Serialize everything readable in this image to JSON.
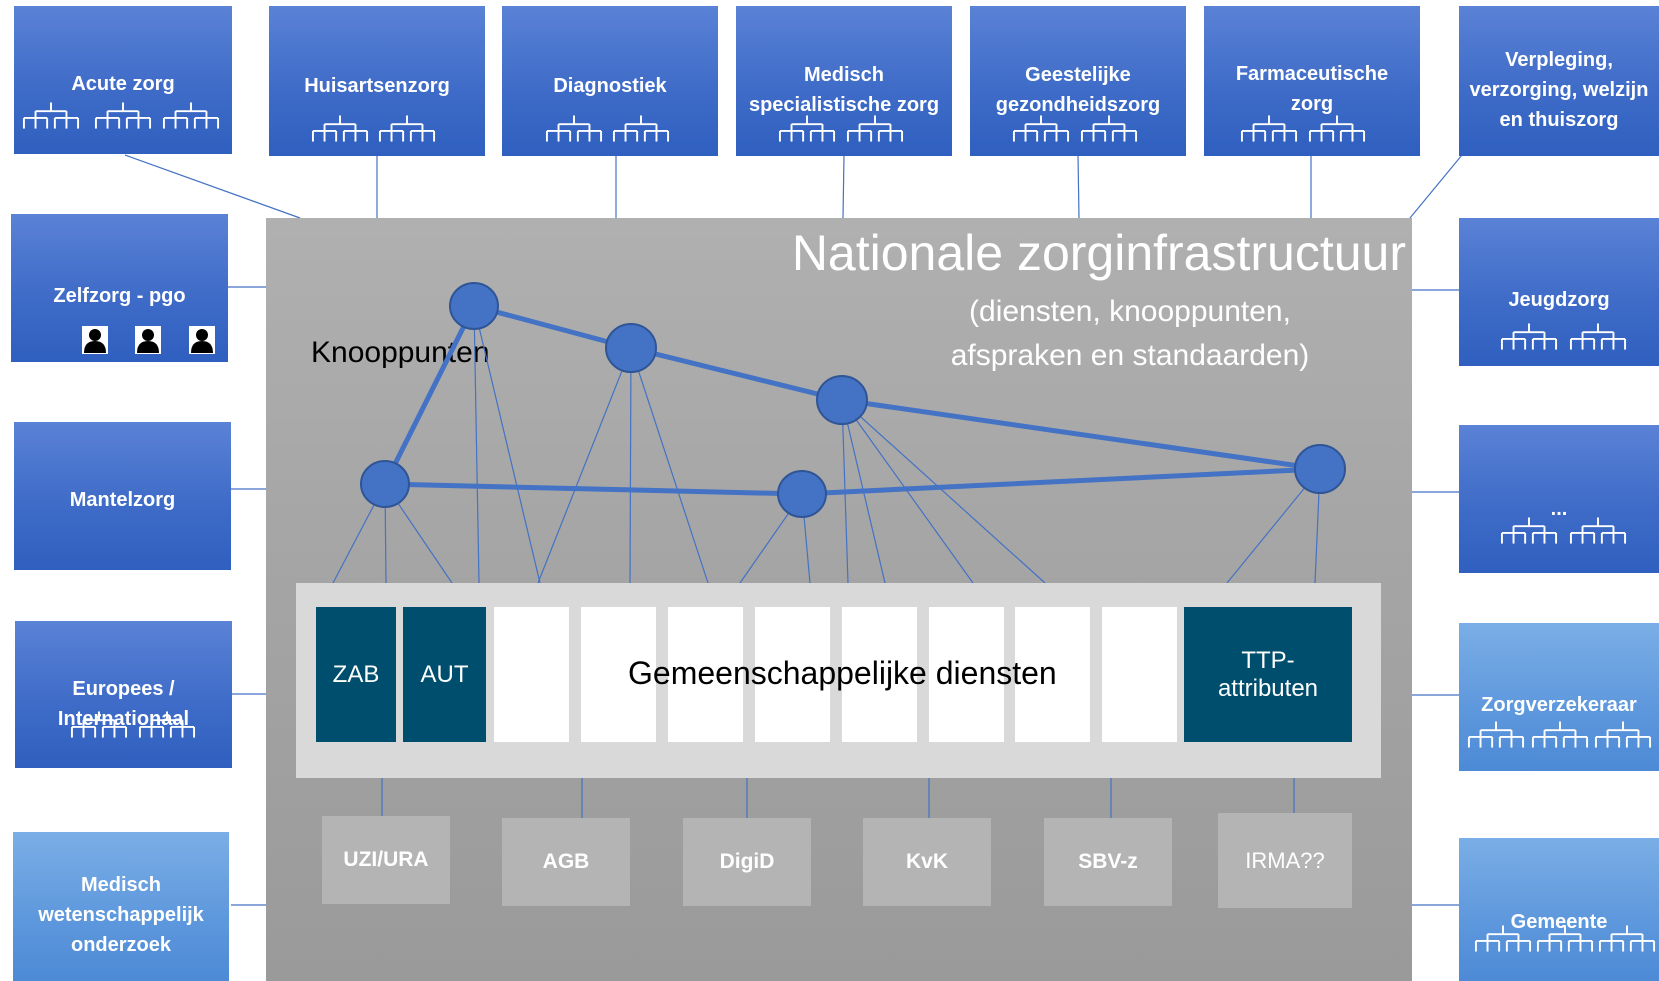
{
  "infra": {
    "title": "Nationale zorginfrastructuur",
    "subtitle_1": "(diensten, knooppunten,",
    "subtitle_2": "afspraken en standaarden)",
    "knooppunten_label": "Knooppunten"
  },
  "top_domains": [
    {
      "label": "Acute zorg"
    },
    {
      "label": "Huisartsenzorg"
    },
    {
      "label": "Diagnostiek"
    },
    {
      "label": "Medisch\nspecialistische zorg"
    },
    {
      "label": "Geestelijke\ngezondheidszorg"
    },
    {
      "label": "Farmaceutische\nzorg"
    },
    {
      "label": "Verpleging,\nverzorging, welzijn\nen thuiszorg"
    }
  ],
  "left_domains": [
    {
      "label": "Zelfzorg - pgo"
    },
    {
      "label": "Mantelzorg"
    },
    {
      "label": "Europees /\nInternationaal"
    },
    {
      "label": "Medisch\nwetenschappelijk\nonderzoek"
    }
  ],
  "right_domains": [
    {
      "label": "Jeugdzorg"
    },
    {
      "label": "..."
    },
    {
      "label": "Zorgverzekeraar"
    },
    {
      "label": "Gemeente"
    }
  ],
  "diensten": {
    "label": "Gemeenschappelijke diensten",
    "zab": "ZAB",
    "aut": "AUT",
    "ttp_1": "TTP-",
    "ttp_2": "attributen"
  },
  "registers": [
    "UZI/URA",
    "AGB",
    "DigiD",
    "KvK",
    "SBV-z",
    "IRMA??"
  ],
  "icons": {
    "hierarchy": "org-hierarchy-icon",
    "person": "person-icon"
  },
  "colors": {
    "domain_dark": "#4472c4",
    "domain_light": "#5b9bd5",
    "infra_bg": "#a6a6a6",
    "node": "#4472c4",
    "teal": "#004e6e"
  }
}
